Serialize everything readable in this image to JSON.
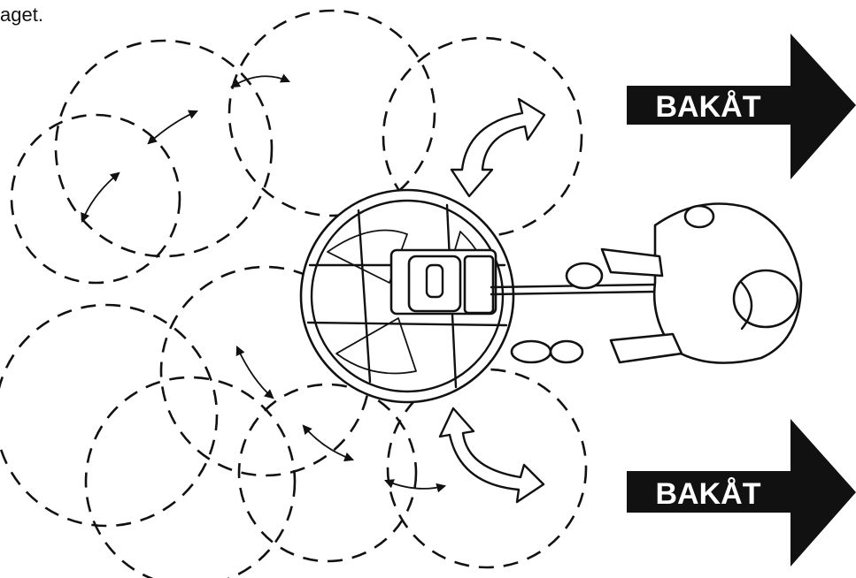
{
  "caption": "aget.",
  "direction_arrows": [
    {
      "label": "BAKÅT"
    },
    {
      "label": "BAKÅT"
    }
  ],
  "colors": {
    "arrow_fill": "#111111",
    "line": "#111111",
    "background": "#ffffff"
  },
  "icons": [
    "dashed-circle-path",
    "double-headed-arrow-icon",
    "curved-rotation-arrow-icon",
    "power-trowel",
    "operator"
  ]
}
